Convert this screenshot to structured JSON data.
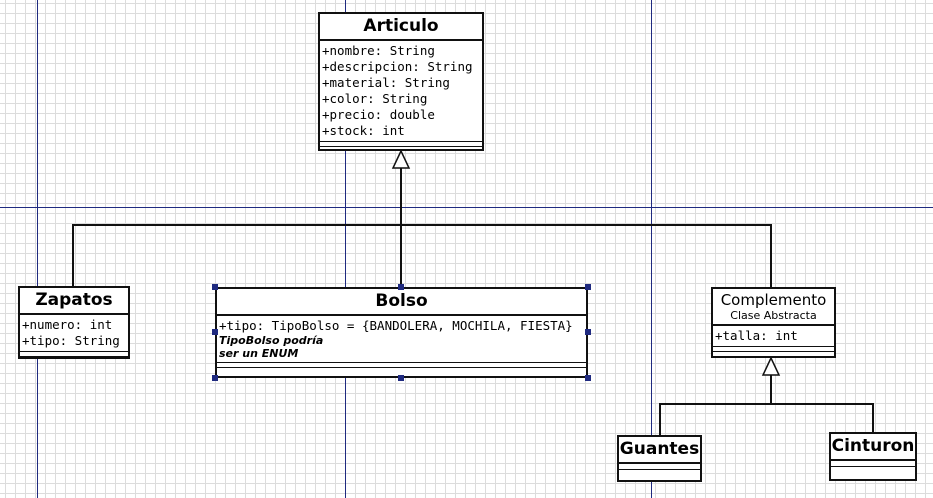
{
  "diagram": {
    "classes": {
      "articulo": {
        "name": "Articulo",
        "attributes": [
          "+nombre: String",
          "+descripcion: String",
          "+material: String",
          "+color: String",
          "+precio: double",
          "+stock: int"
        ]
      },
      "zapatos": {
        "name": "Zapatos",
        "attributes": [
          "+numero: int",
          "+tipo: String"
        ]
      },
      "bolso": {
        "name": "Bolso",
        "attributes": [
          "+tipo: TipoBolso = {BANDOLERA, MOCHILA, FIESTA}"
        ],
        "note_line1": "TipoBolso podría",
        "note_line2": "ser un ENUM"
      },
      "complemento": {
        "name": "Complemento",
        "stereotype": "Clase Abstracta",
        "attributes": [
          "+talla: int"
        ]
      },
      "guantes": {
        "name": "Guantes"
      },
      "cinturon": {
        "name": "Cinturon"
      }
    },
    "relations": [
      {
        "type": "generalization",
        "child": "Zapatos",
        "parent": "Articulo"
      },
      {
        "type": "generalization",
        "child": "Bolso",
        "parent": "Articulo"
      },
      {
        "type": "generalization",
        "child": "Complemento",
        "parent": "Articulo"
      },
      {
        "type": "generalization",
        "child": "Guantes",
        "parent": "Complemento"
      },
      {
        "type": "generalization",
        "child": "Cinturon",
        "parent": "Complemento"
      }
    ],
    "colors": {
      "guide": "#1f2a80",
      "grid": "#dcdcdc",
      "stroke": "#111111"
    }
  }
}
